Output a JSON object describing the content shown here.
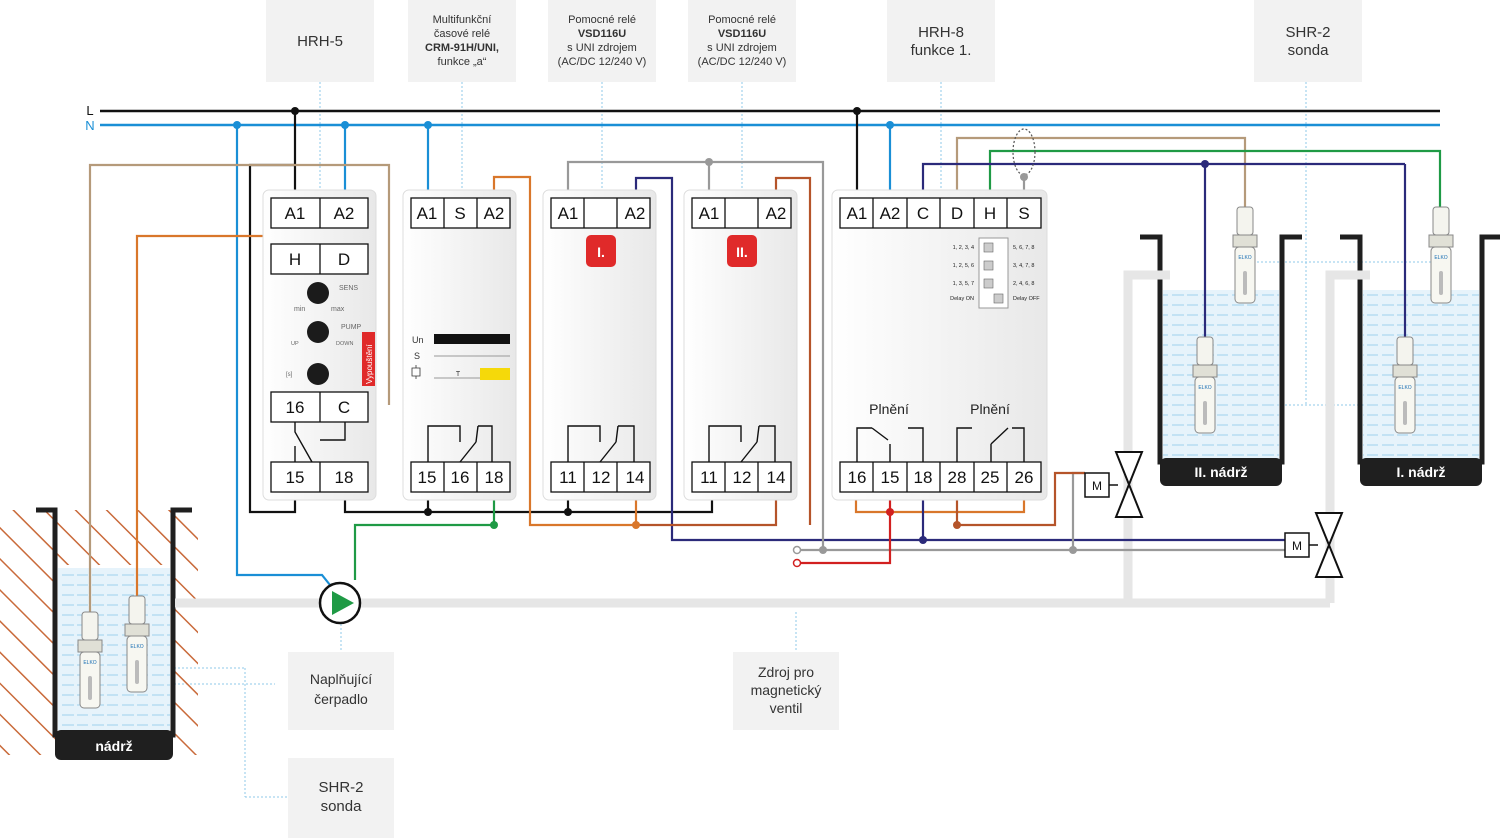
{
  "lines": {
    "l": "L",
    "n": "N"
  },
  "callouts": {
    "hrh5": "HRH-5",
    "crm_line1": "Multifunkční",
    "crm_line2": "časové relé",
    "crm_line3": "CRM-91H/UNI,",
    "crm_line4": "funkce „a“",
    "vsd1_line1": "Pomocné relé",
    "vsd1_line2": "VSD116U",
    "vsd1_line3": "s UNI zdrojem",
    "vsd1_line4": "(AC/DC 12/240 V)",
    "vsd2_line1": "Pomocné relé",
    "vsd2_line2": "VSD116U",
    "vsd2_line3": "s UNI zdrojem",
    "vsd2_line4": "(AC/DC 12/240 V)",
    "hrh8_line1": "HRH-8",
    "hrh8_line2": "funkce 1.",
    "shr2_top_line1": "SHR-2",
    "shr2_top_line2": "sonda",
    "pump_line1": "Naplňující",
    "pump_line2": "čerpadlo",
    "source_line1": "Zdroj pro",
    "source_line2": "magnetický",
    "source_line3": "ventil",
    "shr2_bottom_line1": "SHR-2",
    "shr2_bottom_line2": "sonda"
  },
  "hrh5": {
    "top_terms": [
      "A1",
      "A2"
    ],
    "mid_terms": [
      "H",
      "D"
    ],
    "knob1_label": "SENS",
    "knob1_min": "min",
    "knob1_max": "max",
    "knob2_label": "PUMP",
    "knob2_up": "UP",
    "knob2_down": "DOWN",
    "knob3_unit": "[s]",
    "side_label": "Vypouštění",
    "lower_terms": [
      "16",
      "C"
    ],
    "bottom_terms": [
      "15",
      "18"
    ]
  },
  "crm": {
    "top_terms": [
      "A1",
      "S",
      "A2"
    ],
    "chart_labels": [
      "Un",
      "S",
      "T"
    ],
    "bottom_terms": [
      "15",
      "16",
      "18"
    ]
  },
  "vsd1": {
    "top_terms": [
      "A1",
      "",
      "A2"
    ],
    "badge": "I.",
    "bottom_terms": [
      "11",
      "12",
      "14"
    ]
  },
  "vsd2": {
    "top_terms": [
      "A1",
      "",
      "A2"
    ],
    "badge": "II.",
    "bottom_terms": [
      "11",
      "12",
      "14"
    ]
  },
  "hrh8": {
    "top_terms": [
      "A1",
      "A2",
      "C",
      "D",
      "H",
      "S"
    ],
    "dip_left": [
      "1, 2, 3, 4",
      "1, 2, 5, 6",
      "1, 3, 5, 7",
      "Delay ON"
    ],
    "dip_right": [
      "5, 6, 7, 8",
      "3, 4, 7, 8",
      "2, 4, 6, 8",
      "Delay OFF"
    ],
    "fill_left": "Plnění",
    "fill_right": "Plnění",
    "bottom_terms": [
      "16",
      "15",
      "18",
      "28",
      "25",
      "26"
    ]
  },
  "tanks": {
    "main": "nádrž",
    "tank2": "II. nádrž",
    "tank1": "I. nádrž"
  },
  "probe_brand": "ELKO",
  "valve_symbol": "M",
  "colors": {
    "line_l": "#111111",
    "line_n": "#1a8fd6",
    "wire_brown": "#b59a7a",
    "wire_orange": "#d9772b",
    "wire_green": "#1f9a45",
    "wire_navy": "#2b2a7a",
    "wire_grey": "#999999",
    "wire_red": "#d22020",
    "wire_rust": "#b5542a",
    "badge_red": "#e02a2a",
    "tank_dark": "#1f1f1f",
    "callout_bg": "#f2f2f2",
    "hatch": "#c96a3a",
    "water": "#e6f3fb"
  }
}
